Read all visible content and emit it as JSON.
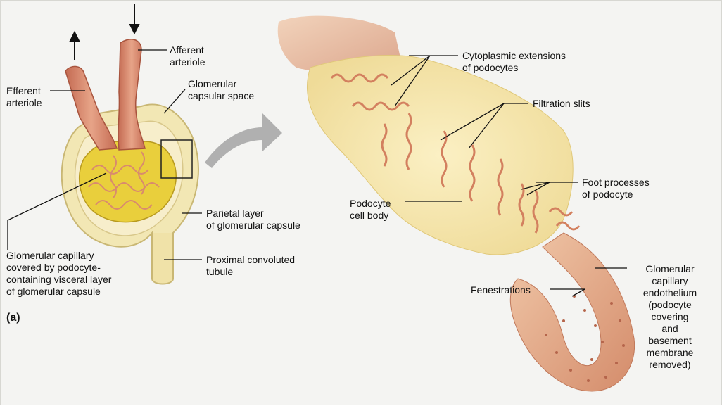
{
  "panel_letter": "(a)",
  "labels": {
    "afferent": "Afferent\narteriole",
    "efferent": "Efferent\narteriole",
    "capsular_space": "Glomerular\ncapsular space",
    "parietal": "Parietal layer\nof glomerular capsule",
    "proximal": "Proximal convoluted\ntubule",
    "capillary": "Glomerular capillary\ncovered by podocyte-\ncontaining visceral layer\nof glomerular capsule",
    "cyto_ext": "Cytoplasmic extensions\nof podocytes",
    "filtration": "Filtration slits",
    "foot": "Foot processes\nof podocyte",
    "cell_body": "Podocyte\ncell body",
    "fenestrations": "Fenestrations",
    "endothelium": "Glomerular\ncapillary\nendothelium\n(podocyte\ncovering\nand\nbasement\nmembrane\nremoved)"
  },
  "colors": {
    "arteriole": "#d98a6e",
    "glomerulus": "#e9cf3c",
    "capsule": "#f2e7b4",
    "podocyte": "#f6e7b0",
    "capillary": "#d99a78",
    "arrow": "#a8a8a8"
  }
}
